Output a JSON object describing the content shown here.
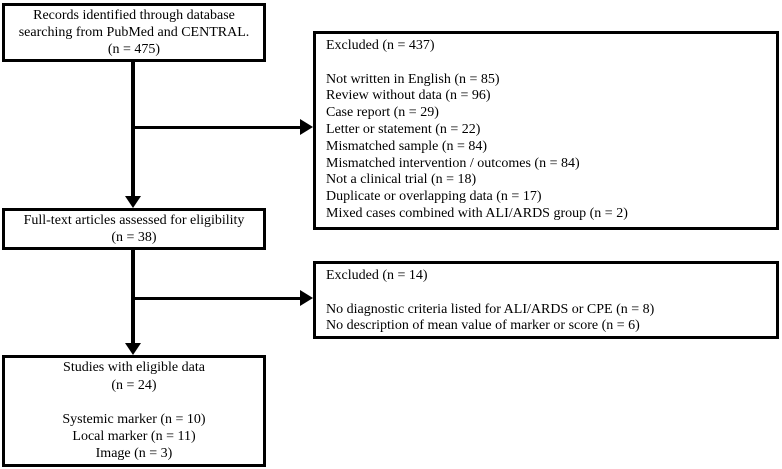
{
  "colors": {
    "box_border": "#000000",
    "connector_line": "#000000",
    "background": "#ffffff",
    "text": "#000000"
  },
  "boxes": {
    "records": {
      "lines": [
        "Records identified through database",
        "searching from PubMed and CENTRAL.",
        "(n = 475)"
      ]
    },
    "excluded_initial": {
      "lines": [
        "Excluded (n = 437)",
        "",
        "Not written in English (n = 85)",
        "Review without data (n = 96)",
        "Case report (n = 29)",
        "Letter or statement (n = 22)",
        "Mismatched sample (n = 84)",
        "Mismatched intervention / outcomes (n = 84)",
        "Not a clinical trial (n = 18)",
        "Duplicate or overlapping data (n = 17)",
        "Mixed cases combined with ALI/ARDS group (n = 2)"
      ]
    },
    "fulltext": {
      "lines": [
        "Full-text articles assessed for eligibility",
        "(n = 38)"
      ]
    },
    "excluded_fulltext": {
      "lines": [
        "Excluded (n = 14)",
        "",
        "No diagnostic criteria listed for ALI/ARDS or CPE (n = 8)",
        "No description of mean value of marker or score (n = 6)"
      ]
    },
    "eligible": {
      "lines": [
        "Studies with eligible data",
        "(n = 24)",
        "",
        "Systemic marker (n = 10)",
        "Local marker (n = 11)",
        "Image (n = 3)"
      ]
    }
  }
}
